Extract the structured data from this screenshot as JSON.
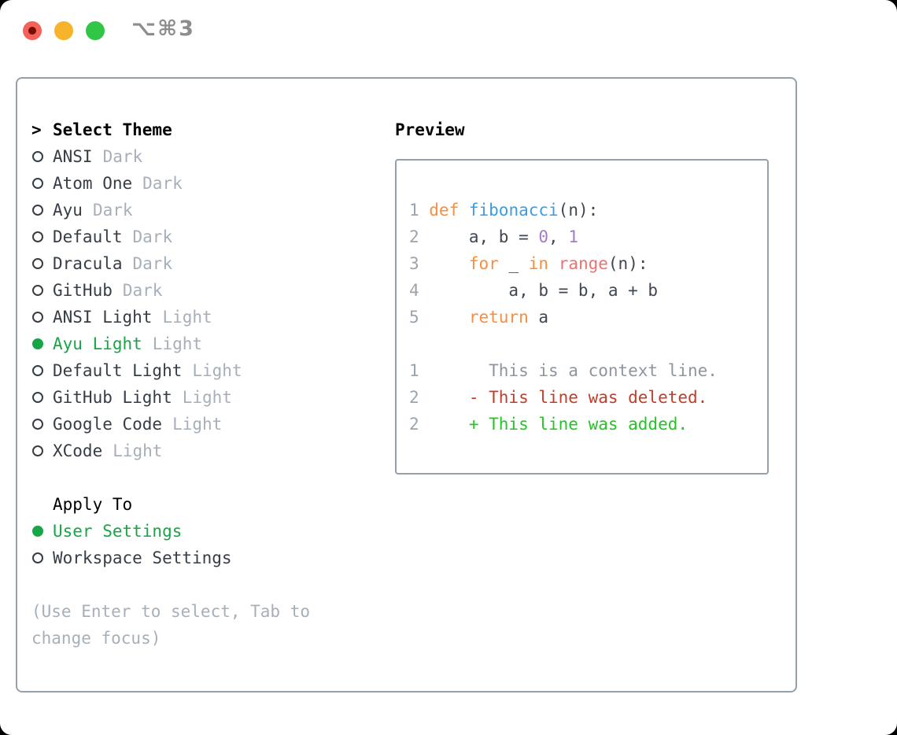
{
  "window": {
    "title": "⌥⌘3",
    "traffic_lights": [
      {
        "name": "close-button",
        "color_key": "tl_red"
      },
      {
        "name": "minimize-button",
        "color_key": "tl_yellow"
      },
      {
        "name": "zoom-button",
        "color_key": "tl_green"
      }
    ]
  },
  "theme_panel": {
    "prompt": ">",
    "title": "Select Theme",
    "themes": [
      {
        "name": "ANSI",
        "tag": "Dark",
        "selected": false
      },
      {
        "name": "Atom One",
        "tag": "Dark",
        "selected": false
      },
      {
        "name": "Ayu",
        "tag": "Dark",
        "selected": false
      },
      {
        "name": "Default",
        "tag": "Dark",
        "selected": false
      },
      {
        "name": "Dracula",
        "tag": "Dark",
        "selected": false
      },
      {
        "name": "GitHub",
        "tag": "Dark",
        "selected": false
      },
      {
        "name": "ANSI Light",
        "tag": "Light",
        "selected": false
      },
      {
        "name": "Ayu Light",
        "tag": "Light",
        "selected": true
      },
      {
        "name": "Default Light",
        "tag": "Light",
        "selected": false
      },
      {
        "name": "GitHub Light",
        "tag": "Light",
        "selected": false
      },
      {
        "name": "Google Code",
        "tag": "Light",
        "selected": false
      },
      {
        "name": "XCode",
        "tag": "Light",
        "selected": false
      }
    ],
    "apply_to": {
      "label": "Apply To",
      "options": [
        {
          "name": "User Settings",
          "selected": true
        },
        {
          "name": "Workspace Settings",
          "selected": false
        }
      ]
    },
    "hint": "(Use Enter to select, Tab to change focus)"
  },
  "preview": {
    "title": "Preview",
    "lines": [
      {
        "num": "1",
        "tokens": [
          [
            "def",
            "keyword"
          ],
          [
            " ",
            "plain"
          ],
          [
            "fibonacci",
            "function"
          ],
          [
            "(n):",
            "plain"
          ]
        ]
      },
      {
        "num": "2",
        "tokens": [
          [
            "    a, b = ",
            "plain"
          ],
          [
            "0",
            "number"
          ],
          [
            ", ",
            "plain"
          ],
          [
            "1",
            "number"
          ]
        ]
      },
      {
        "num": "3",
        "tokens": [
          [
            "    ",
            "plain"
          ],
          [
            "for",
            "keyword"
          ],
          [
            " _ ",
            "plain"
          ],
          [
            "in",
            "keyword"
          ],
          [
            " ",
            "plain"
          ],
          [
            "range",
            "builtin"
          ],
          [
            "(n):",
            "plain"
          ]
        ]
      },
      {
        "num": "4",
        "tokens": [
          [
            "        a, b = b, a + b",
            "plain"
          ]
        ]
      },
      {
        "num": "5",
        "tokens": [
          [
            "    ",
            "plain"
          ],
          [
            "return",
            "keyword"
          ],
          [
            " a",
            "plain"
          ]
        ]
      },
      {
        "num": "",
        "tokens": []
      },
      {
        "num": "1",
        "tokens": [
          [
            "      This is a context line.",
            "context"
          ]
        ]
      },
      {
        "num": "2",
        "tokens": [
          [
            "    - This line was deleted.",
            "deleted"
          ]
        ]
      },
      {
        "num": "2",
        "tokens": [
          [
            "    + This line was added.",
            "added"
          ]
        ]
      }
    ]
  },
  "colors": {
    "accent_green": "#18a546",
    "tag_gray": "#a6afba",
    "text_dark": "#363d47",
    "panel_border": "#95a0ac",
    "title_gray": "#8d8d8d",
    "tl_red": "#f4605a",
    "tl_red_dot": "#750d03",
    "tl_yellow": "#f7b32a",
    "tl_green": "#32c646",
    "syntax": {
      "keyword": "#fa8d3e",
      "function": "#399ee6",
      "builtin": "#f07171",
      "number": "#a37acc",
      "plain": "#3e4753",
      "linenum": "#9aa4af",
      "context": "#8d96a0",
      "deleted": "#c23d2a",
      "added": "#24c525"
    }
  }
}
